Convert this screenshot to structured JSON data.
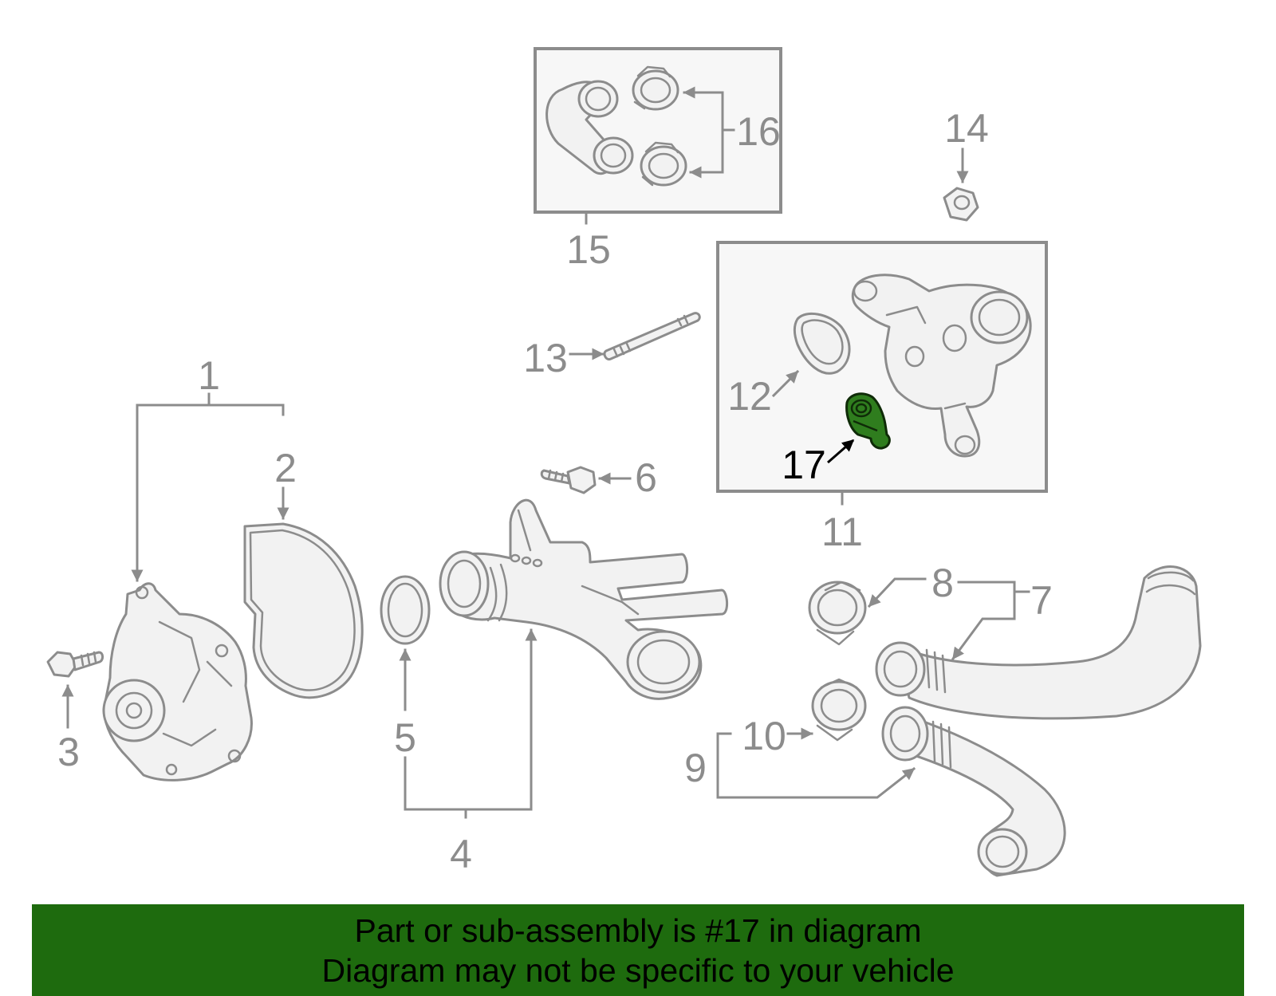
{
  "callouts": {
    "c1": "1",
    "c2": "2",
    "c3": "3",
    "c4": "4",
    "c5": "5",
    "c6": "6",
    "c7": "7",
    "c8": "8",
    "c9": "9",
    "c10": "10",
    "c11": "11",
    "c12": "12",
    "c13": "13",
    "c14": "14",
    "c15": "15",
    "c16": "16",
    "c17": "17"
  },
  "highlight": {
    "part_number": "17",
    "color": "#2f7d1e"
  },
  "banner": {
    "line1": "Part or sub-assembly is #17 in diagram",
    "line2": "Diagram may not be specific to your vehicle",
    "color": "#1e6b0e"
  },
  "colors": {
    "line": "#8c8c8c",
    "part_fill": "#f2f2f2"
  }
}
